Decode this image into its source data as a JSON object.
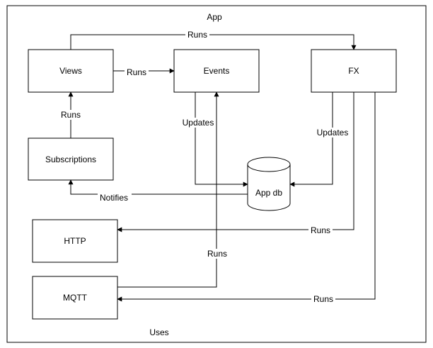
{
  "title": "App",
  "footer_label": "Uses",
  "nodes": {
    "views": "Views",
    "events": "Events",
    "fx": "FX",
    "subscriptions": "Subscriptions",
    "app_db": "App db",
    "http": "HTTP",
    "mqtt": "MQTT"
  },
  "edges": {
    "views_to_fx": "Runs",
    "views_to_events": "Runs",
    "subscriptions_to_views": "Runs",
    "events_to_app_db": "Updates",
    "fx_to_app_db": "Updates",
    "app_db_to_subscriptions": "Notifies",
    "fx_to_http": "Runs",
    "mqtt_to_events": "Runs",
    "fx_to_mqtt": "Runs"
  },
  "colors": {
    "stroke": "#000000",
    "fill": "#ffffff"
  }
}
